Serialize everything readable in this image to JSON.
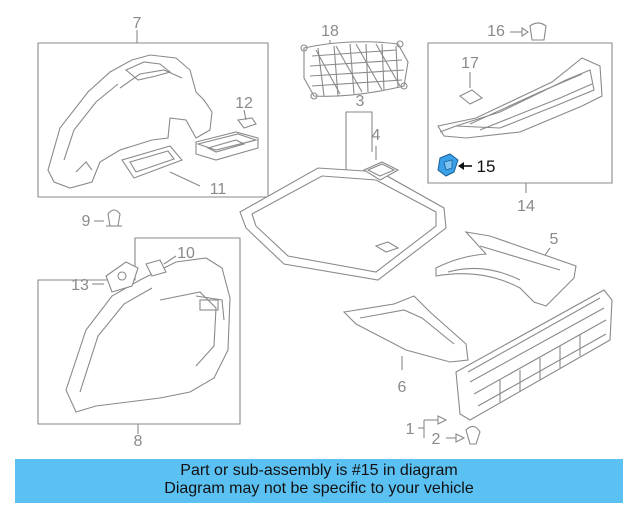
{
  "parts": {
    "p1": "1",
    "p2": "2",
    "p3": "3",
    "p4": "4",
    "p5": "5",
    "p6": "6",
    "p7": "7",
    "p8": "8",
    "p9": "9",
    "p10": "10",
    "p11": "11",
    "p12": "12",
    "p13": "13",
    "p14": "14",
    "p15": "15",
    "p16": "16",
    "p17": "17",
    "p18": "18"
  },
  "highlight": {
    "part_number": "15",
    "color": "#3aa0e8"
  },
  "banner": {
    "line1": "Part or sub-assembly is #15 in diagram",
    "line2": "Diagram may not be specific to your vehicle",
    "color": "#5bc0f2"
  }
}
